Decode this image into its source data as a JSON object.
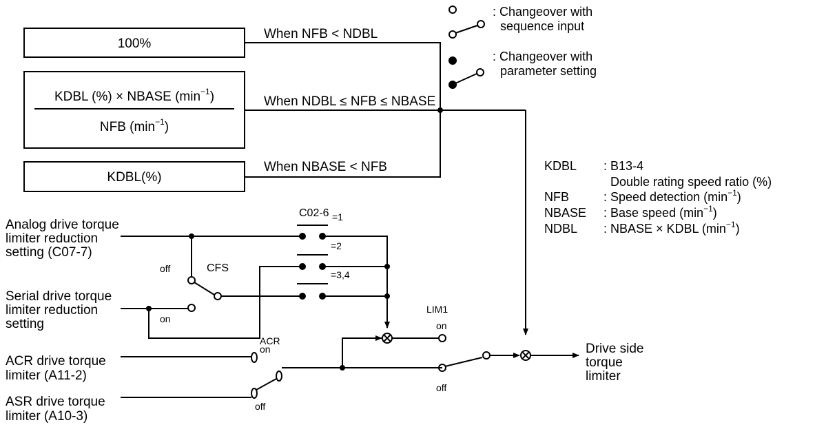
{
  "legend": {
    "open_switch": "Changeover with sequence input",
    "open_line1": ": Changeover with",
    "open_line2": "sequence input",
    "filled_switch": "Changeover with parameter setting",
    "filled_line1": ": Changeover with",
    "filled_line2": "parameter setting"
  },
  "boxes": {
    "box1": "100%",
    "box2_num_a": "KDBL (%) × NBASE (min",
    "box2_num_sup": "−1",
    "box2_num_b": ")",
    "box2_den_a": "NFB (min",
    "box2_den_sup": "−1",
    "box2_den_b": ")",
    "box3": "KDBL(%)"
  },
  "conditions": {
    "c1": "When NFB < NDBL",
    "c2": "When NDBL ≤ NFB ≤ NBASE",
    "c3": "When NBASE < NFB"
  },
  "definitions": {
    "kdbl_term": "KDBL",
    "kdbl_val1": ": B13-4",
    "kdbl_val2": "Double rating speed ratio (%)",
    "nfb_term": "NFB",
    "nfb_val_a": ": Speed detection (min",
    "nfb_val_sup": "−1",
    "nfb_val_b": ")",
    "nbase_term": "NBASE",
    "nbase_val_a": ": Base speed (min",
    "nbase_val_sup": "−1",
    "nbase_val_b": ")",
    "ndbl_term": "NDBL",
    "ndbl_val_a": ": NBASE × KDBL (min",
    "ndbl_val_sup": "−1",
    "ndbl_val_b": ")"
  },
  "inputs": {
    "analog_l1": "Analog drive torque",
    "analog_l2": "limiter reduction",
    "analog_l3": "setting (C07-7)",
    "serial_l1": "Serial drive torque",
    "serial_l2": "limiter reduction",
    "serial_l3": "setting",
    "acr_l1": "ACR drive torque",
    "acr_l2": "limiter (A11-2)",
    "asr_l1": "ASR drive torque",
    "asr_l2": "limiter (A10-3)"
  },
  "switch_labels": {
    "c02_6": "C02-6",
    "eq1": "=1",
    "eq2": "=2",
    "eq34": "=3,4",
    "cfs": "CFS",
    "cfs_off": "off",
    "cfs_on": "on",
    "acr": "ACR",
    "acr_on": "on",
    "asr_off": "off",
    "lim1": "LIM1",
    "lim1_on": "on",
    "lim1_off": "off"
  },
  "output": {
    "l1": "Drive side",
    "l2": "torque",
    "l3": "limiter"
  }
}
